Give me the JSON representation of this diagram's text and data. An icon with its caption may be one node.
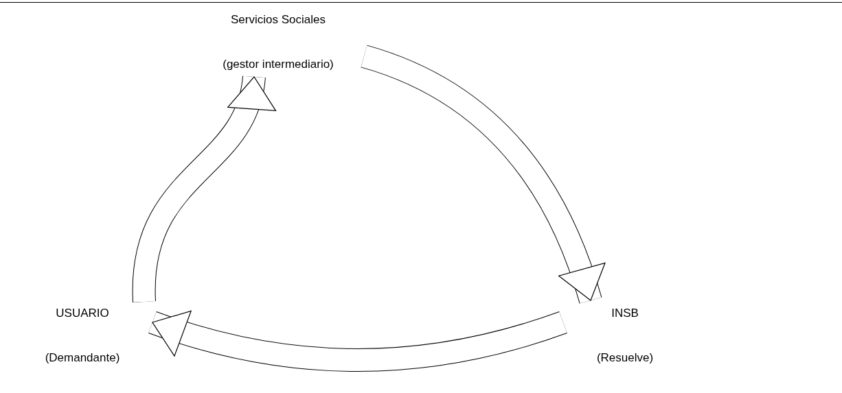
{
  "diagram": {
    "nodes": [
      {
        "text": [
          "Servicios Sociales",
          "(gestor intermediario)"
        ]
      },
      {
        "text": [
          "USUARIO",
          "(Demandante)"
        ]
      },
      {
        "text": [
          "INSB",
          "(Resuelve)"
        ]
      }
    ],
    "edges": [
      {
        "from": 1,
        "to": 0,
        "arrow": "to"
      },
      {
        "from": 0,
        "to": 2,
        "arrow": "to"
      },
      {
        "from": 2,
        "to": 1,
        "arrow": "to"
      }
    ]
  }
}
